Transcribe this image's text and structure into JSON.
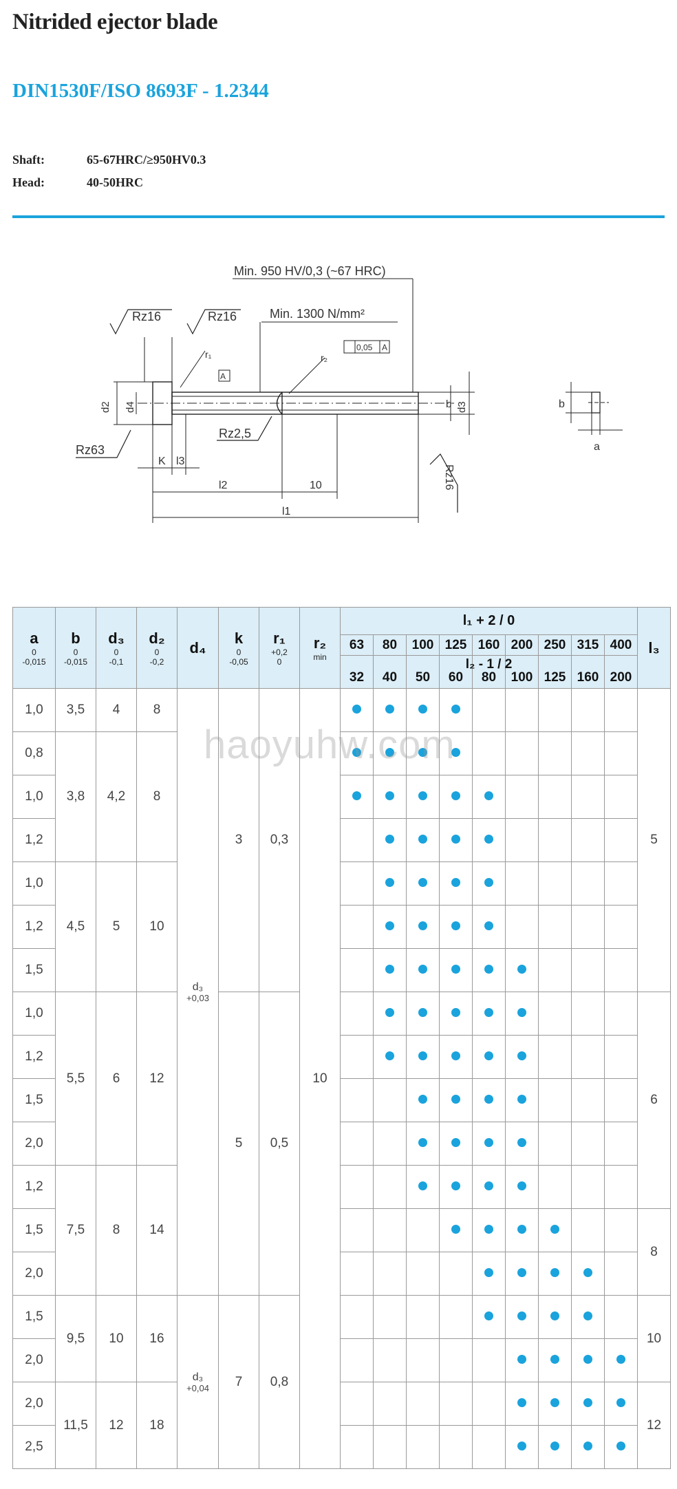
{
  "header": {
    "title": "Nitrided ejector blade",
    "subtitle": "DIN1530F/ISO 8693F - 1.2344",
    "specs": [
      {
        "label": "Shaft:",
        "value": "65-67HRC/≥950HV0.3"
      },
      {
        "label": "Head:",
        "value": "40-50HRC"
      }
    ]
  },
  "drawing": {
    "hardness_label": "Min. 950 HV/0,3 (~67 HRC)",
    "tensile_label": "Min. 1300 N/mm²",
    "rz16_a": "Rz16",
    "rz16_b": "Rz16",
    "rz16_c": "Rz16",
    "rz63": "Rz63",
    "rz25": "Rz2,5",
    "r1": "r₁",
    "r2": "r₂",
    "datum": "A",
    "tol_value": "0,05",
    "tol_ref": "A",
    "d2": "d2",
    "d4": "d4",
    "d3": "d3",
    "b": "b",
    "k": "K",
    "l3": "l3",
    "l2": "l2",
    "l1": "l1",
    "ten": "10",
    "side_b": "b",
    "side_a": "a"
  },
  "watermark": "haoyuhw.com",
  "table": {
    "h_a": "a",
    "h_a_tol1": "0",
    "h_a_tol2": "-0,015",
    "h_b": "b",
    "h_b_tol1": "0",
    "h_b_tol2": "-0,015",
    "h_d3": "d₃",
    "h_d3_tol1": "0",
    "h_d3_tol2": "-0,1",
    "h_d2": "d₂",
    "h_d2_tol1": "0",
    "h_d2_tol2": "-0,2",
    "h_d4": "d₄",
    "h_k": "k",
    "h_k_tol1": "0",
    "h_k_tol2": "-0,05",
    "h_r1": "r₁",
    "h_r1_tol1": "+0,2",
    "h_r1_tol2": "0",
    "h_r2": "r₂",
    "h_r2_tol": "min",
    "h_l1": "l₁ + 2 / 0",
    "h_l2": "l₂ - 1 / 2",
    "h_l3": "l₃",
    "l1_values": [
      "63",
      "80",
      "100",
      "125",
      "160",
      "200",
      "250",
      "315",
      "400"
    ],
    "l2_values": [
      "32",
      "40",
      "50",
      "60",
      "80",
      "100",
      "125",
      "160",
      "200"
    ],
    "a_values": [
      "1,0",
      "0,8",
      "1,0",
      "1,2",
      "1,0",
      "1,2",
      "1,5",
      "1,0",
      "1,2",
      "1,5",
      "2,0",
      "1,2",
      "1,5",
      "2,0",
      "1,5",
      "2,0",
      "2,0",
      "2,5"
    ],
    "b_values": [
      "3,5",
      "3,8",
      "4,5",
      "5,5",
      "7,5",
      "9,5",
      "11,5"
    ],
    "d3_values": [
      "4",
      "4,2",
      "5",
      "6",
      "8",
      "10",
      "12"
    ],
    "d2_values": [
      "8",
      "8",
      "10",
      "12",
      "14",
      "16",
      "18"
    ],
    "d4_groups": [
      {
        "label": "d₃",
        "tol": "+0,03"
      },
      {
        "label": "d₃",
        "tol": "+0,04"
      }
    ],
    "k_values": [
      "3",
      "5",
      "7"
    ],
    "r1_values": [
      "0,3",
      "0,5",
      "0,8"
    ],
    "r2_value": "10",
    "l3_values": [
      "5",
      "6",
      "8",
      "10",
      "12"
    ],
    "availability": [
      [
        1,
        1,
        1,
        1,
        0,
        0,
        0,
        0,
        0
      ],
      [
        1,
        1,
        1,
        1,
        0,
        0,
        0,
        0,
        0
      ],
      [
        1,
        1,
        1,
        1,
        1,
        0,
        0,
        0,
        0
      ],
      [
        0,
        1,
        1,
        1,
        1,
        0,
        0,
        0,
        0
      ],
      [
        0,
        1,
        1,
        1,
        1,
        0,
        0,
        0,
        0
      ],
      [
        0,
        1,
        1,
        1,
        1,
        0,
        0,
        0,
        0
      ],
      [
        0,
        1,
        1,
        1,
        1,
        1,
        0,
        0,
        0
      ],
      [
        0,
        1,
        1,
        1,
        1,
        1,
        0,
        0,
        0
      ],
      [
        0,
        1,
        1,
        1,
        1,
        1,
        0,
        0,
        0
      ],
      [
        0,
        0,
        1,
        1,
        1,
        1,
        0,
        0,
        0
      ],
      [
        0,
        0,
        1,
        1,
        1,
        1,
        0,
        0,
        0
      ],
      [
        0,
        0,
        1,
        1,
        1,
        1,
        0,
        0,
        0
      ],
      [
        0,
        0,
        0,
        1,
        1,
        1,
        1,
        0,
        0
      ],
      [
        0,
        0,
        0,
        0,
        1,
        1,
        1,
        1,
        0
      ],
      [
        0,
        0,
        0,
        0,
        1,
        1,
        1,
        1,
        0
      ],
      [
        0,
        0,
        0,
        0,
        0,
        1,
        1,
        1,
        1
      ],
      [
        0,
        0,
        0,
        0,
        0,
        1,
        1,
        1,
        1
      ],
      [
        0,
        0,
        0,
        0,
        0,
        1,
        1,
        1,
        1
      ]
    ]
  }
}
